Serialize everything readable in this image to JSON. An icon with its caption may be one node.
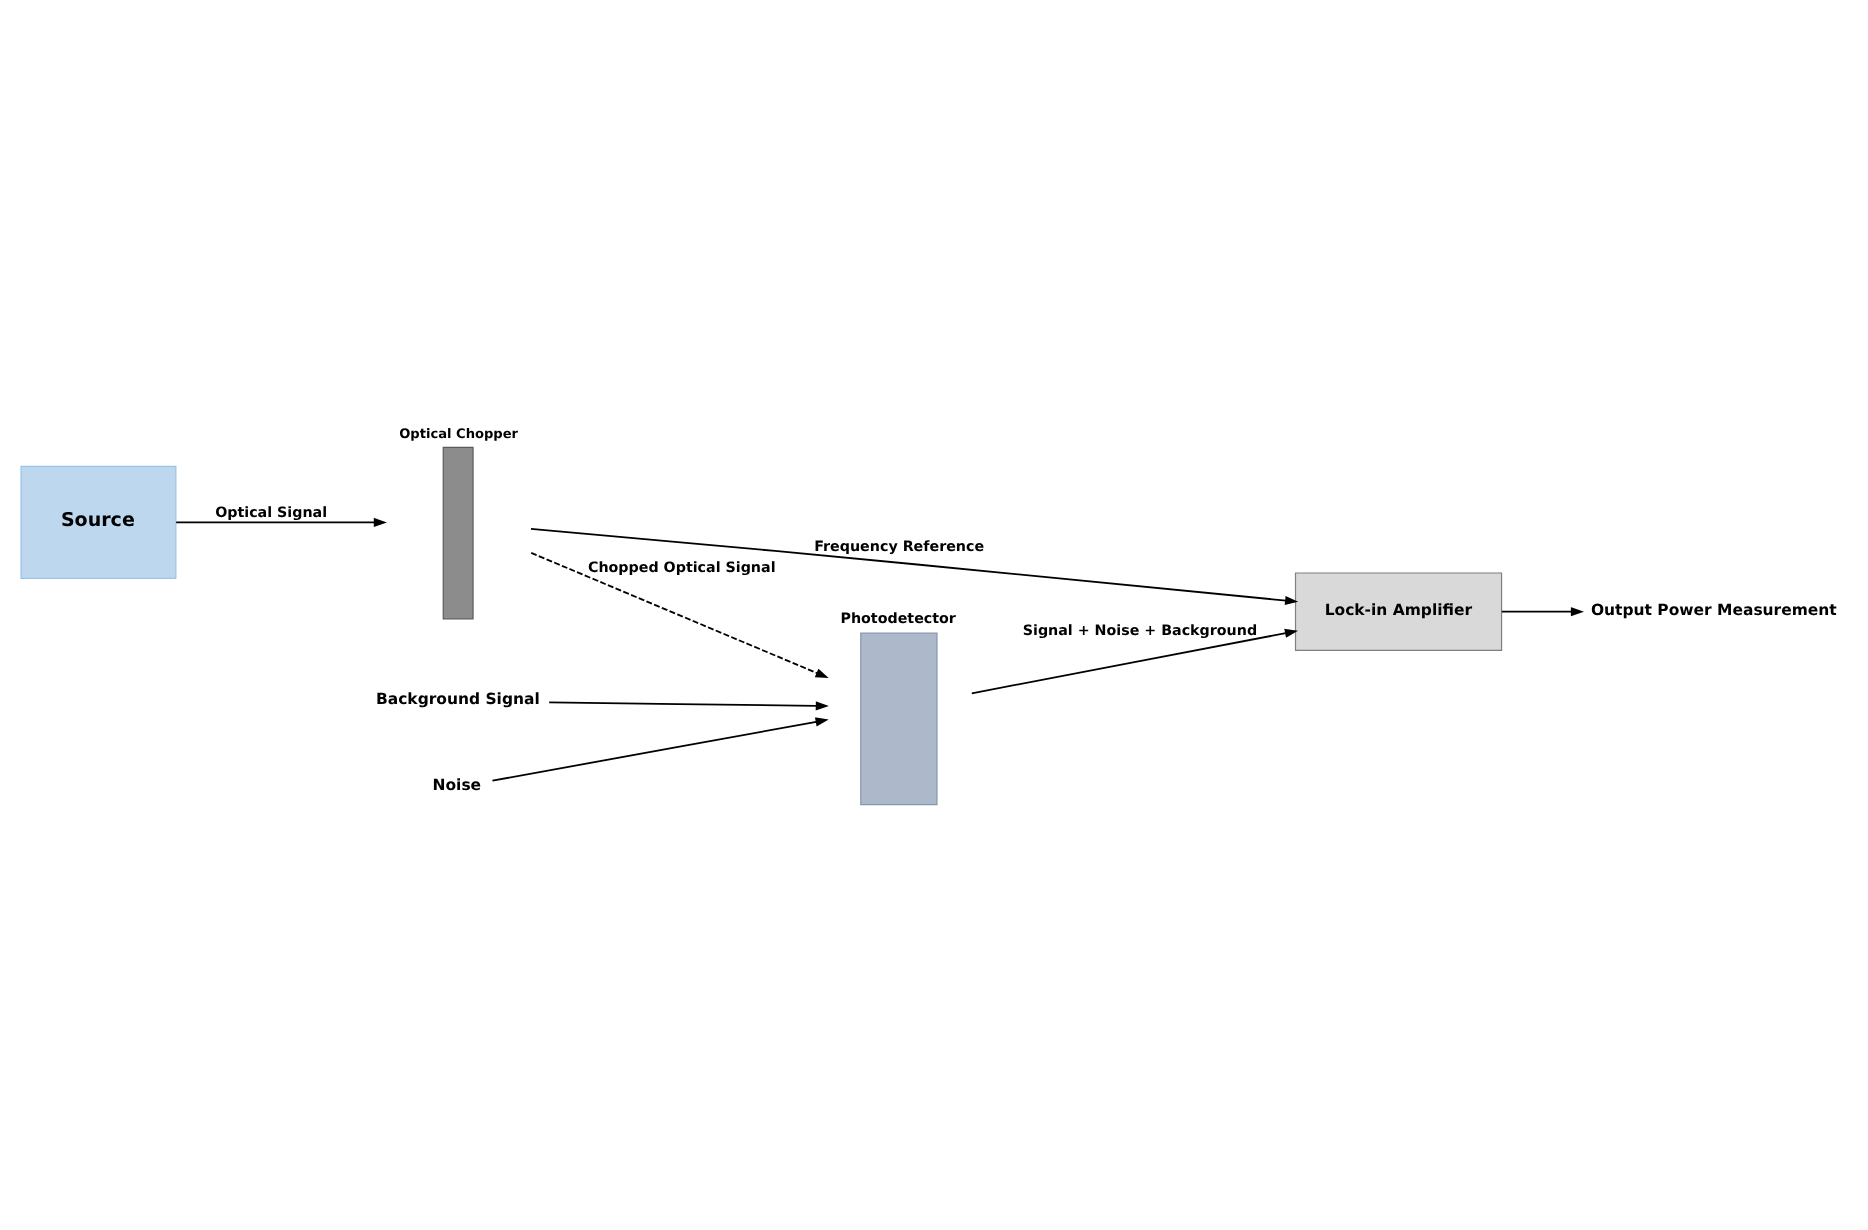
{
  "diagram": {
    "nodes": [
      {
        "text": [
          "Source"
        ]
      },
      {
        "text": [
          "Optical Chopper"
        ]
      },
      {
        "text": [
          "Photodetector"
        ]
      },
      {
        "text": [
          "Lock-in Amplifier"
        ]
      },
      {
        "text": [
          "Background Signal"
        ]
      },
      {
        "text": [
          "Noise"
        ]
      },
      {
        "text": [
          "Output Power Measurement"
        ]
      }
    ],
    "edges": [
      {
        "from": 0,
        "to": 1,
        "arrow": "to",
        "label": "Optical Signal"
      },
      {
        "from": 1,
        "to": 2,
        "arrow": "to",
        "label": "Chopped Optical Signal",
        "style": "dashed"
      },
      {
        "from": 4,
        "to": 2,
        "arrow": "to"
      },
      {
        "from": 5,
        "to": 2,
        "arrow": "to"
      },
      {
        "from": 1,
        "to": 3,
        "arrow": "to",
        "label": "Frequency Reference"
      },
      {
        "from": 2,
        "to": 3,
        "arrow": "to",
        "label": "Signal + Noise + Background"
      },
      {
        "from": 3,
        "to": 6,
        "arrow": "to"
      }
    ]
  }
}
